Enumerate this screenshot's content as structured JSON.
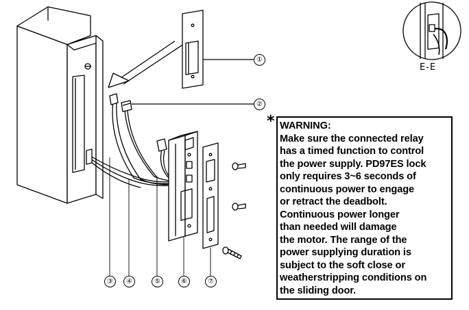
{
  "callouts": [
    "①",
    "②",
    "③",
    "④",
    "⑤",
    "⑥",
    "⑦"
  ],
  "section_label": "E-E",
  "warning": {
    "asterisk": "*",
    "title": "WARNING:",
    "lines": [
      "Make sure the connected relay",
      "has a timed function to control",
      "the power supply. PD97ES lock",
      "only requires 3~6 seconds of",
      "continuous power to engage",
      "or retract the deadbolt.",
      "Continuous power longer",
      "than needed will damage",
      "the motor. The range of the",
      "power supplying duration is",
      "subject to the soft close or",
      "weatherstripping conditions on",
      "the sliding door."
    ]
  }
}
